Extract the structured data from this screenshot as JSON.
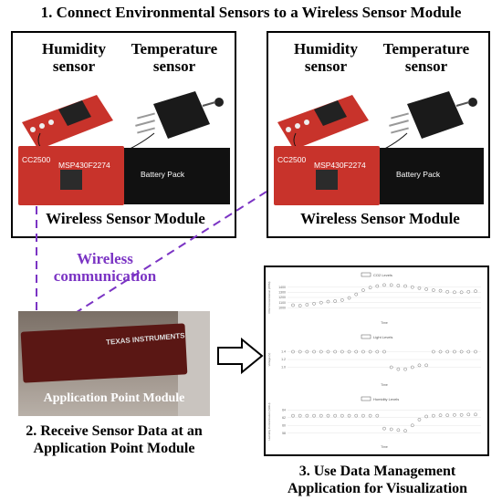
{
  "title": "1. Connect Environmental Sensors to a Wireless Sensor Module",
  "left_panel": {
    "humidity_label": "Humidity sensor",
    "temperature_label": "Temperature sensor",
    "cc_label": "CC2500",
    "msp_label": "MSP430F2274",
    "battery_label": "Battery Pack",
    "module_label": "Wireless Sensor Module"
  },
  "right_panel": {
    "humidity_label": "Humidity sensor",
    "temperature_label": "Temperature sensor",
    "cc_label": "CC2500",
    "msp_label": "MSP430F2274",
    "battery_label": "Battery Pack",
    "module_label": "Wireless Sensor Module"
  },
  "wireless_label": "Wireless communication",
  "ap_photo": {
    "module_label": "Application Point Module",
    "brand_text": "TEXAS INSTRUMENTS"
  },
  "step2": "2. Receive Sensor Data at an Application Point Module",
  "step3": "3. Use Data Management Application for Visualization",
  "colors": {
    "board_red": "#c8332b",
    "wireless_purple": "#7b34c4",
    "battery_black": "#111111"
  },
  "charts": [
    {
      "legend": "CO2 Levels",
      "ylabel": "CO2 Concentration (PPM)",
      "xlabel": "Time",
      "ylim": [
        900,
        1500
      ],
      "y_ticks": [
        "1400",
        "1300",
        "1200",
        "1100",
        "1000"
      ],
      "values": [
        1050,
        1040,
        1060,
        1080,
        1100,
        1120,
        1130,
        1150,
        1190,
        1260,
        1340,
        1390,
        1420,
        1440,
        1440,
        1430,
        1420,
        1400,
        1380,
        1360,
        1340,
        1330,
        1310,
        1300,
        1300,
        1310,
        1320
      ]
    },
    {
      "legend": "Light Levels",
      "ylabel": "Voltage (V)",
      "xlabel": "Time",
      "ylim": [
        0.8,
        1.6
      ],
      "y_ticks": [
        "1.4",
        "1.2",
        "1.0"
      ],
      "values": [
        1.4,
        1.4,
        1.4,
        1.4,
        1.4,
        1.4,
        1.4,
        1.4,
        1.4,
        1.4,
        1.4,
        1.4,
        1.4,
        1.4,
        1.0,
        0.95,
        0.95,
        1.0,
        1.05,
        1.05,
        1.4,
        1.4,
        1.4,
        1.4,
        1.4,
        1.4,
        1.4
      ]
    },
    {
      "legend": "Humidity Levels",
      "ylabel": "Humidity Concentration (%RH)",
      "xlabel": "Time",
      "ylim": [
        57,
        65
      ],
      "y_ticks": [
        "64",
        "62",
        "60",
        "58"
      ],
      "values": [
        62.5,
        62.5,
        62.5,
        62.5,
        62.5,
        62.5,
        62.5,
        62.5,
        62.5,
        62.5,
        62.5,
        62.5,
        62.5,
        59.2,
        59.0,
        58.8,
        58.6,
        60.0,
        61.5,
        62.3,
        62.5,
        62.6,
        62.6,
        62.7,
        62.7,
        62.8,
        62.8
      ]
    }
  ]
}
